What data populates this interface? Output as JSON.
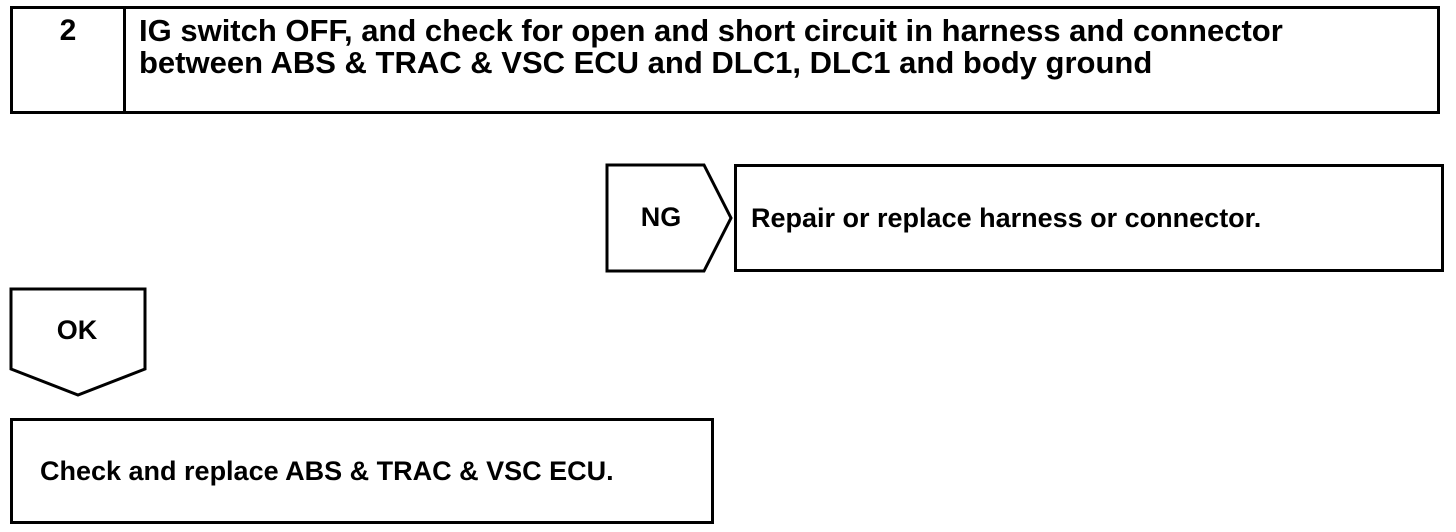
{
  "step": {
    "number": "2",
    "instruction": "IG switch OFF, and check for open and short circuit in harness and connector\nbetween ABS & TRAC & VSC ECU and DLC1, DLC1 and body ground"
  },
  "ng_branch": {
    "label": "NG",
    "action": "Repair or replace harness or connector."
  },
  "ok_branch": {
    "label": "OK"
  },
  "final_action": {
    "text": "Check and replace ABS & TRAC & VSC ECU."
  }
}
